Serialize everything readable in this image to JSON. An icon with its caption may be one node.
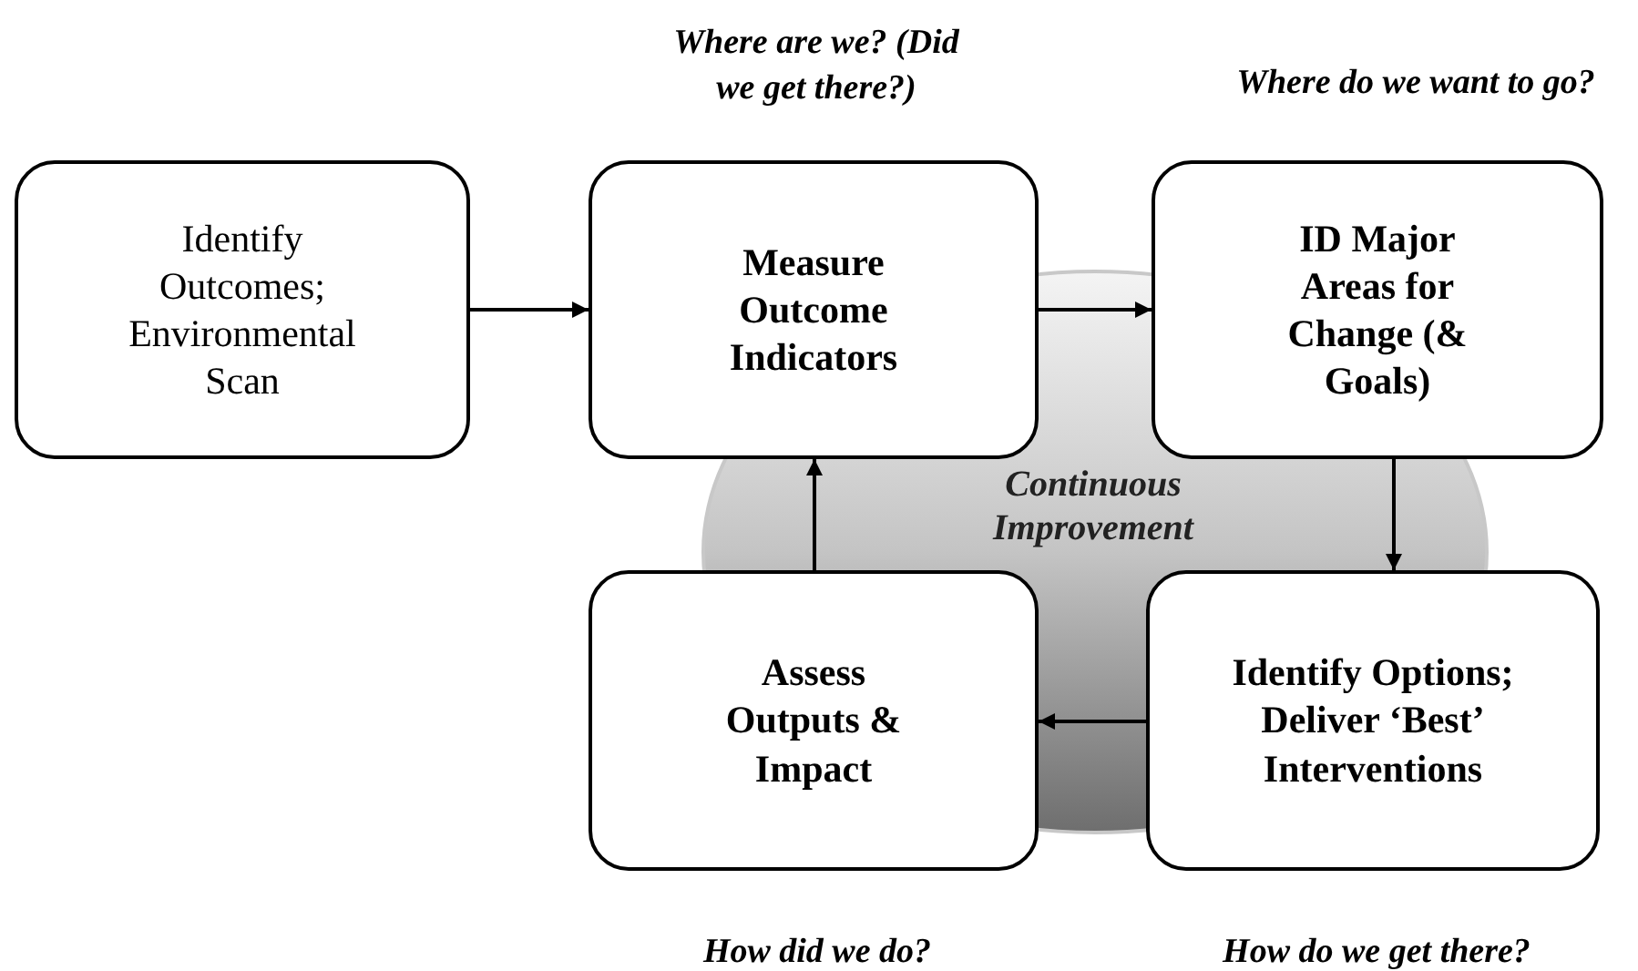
{
  "diagram": {
    "nodes": [
      {
        "text": [
          "Identify Outcomes; Environmental Scan"
        ]
      },
      {
        "text": [
          "Measure Outcome Indicators"
        ],
        "beside": [
          "Where are we? (Did we get there?)"
        ]
      },
      {
        "text": [
          "ID Major Areas for Change (& Goals)"
        ],
        "beside": [
          "Where do we want to go?"
        ]
      },
      {
        "text": [
          "Assess Outputs & Impact"
        ],
        "beside": [
          "How did we do?"
        ]
      },
      {
        "text": [
          "Identify Options; Deliver ‘Best’ Interventions"
        ],
        "beside": [
          "How do we get there?"
        ]
      }
    ],
    "edges": [
      {
        "from": 0,
        "to": 1,
        "arrow": "to"
      },
      {
        "from": 1,
        "to": 2,
        "arrow": "to"
      },
      {
        "from": 2,
        "to": 4,
        "arrow": "to"
      },
      {
        "from": 4,
        "to": 3,
        "arrow": "to"
      },
      {
        "from": 3,
        "to": 1,
        "arrow": "to"
      }
    ],
    "labels": [
      "Continuous Improvement"
    ]
  }
}
